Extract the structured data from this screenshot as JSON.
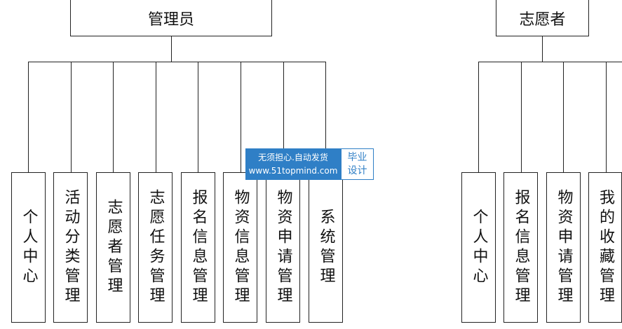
{
  "left_tree": {
    "root": "管理员",
    "children": [
      "个人中心",
      "活动分类管理",
      "志愿者管理",
      "志愿任务管理",
      "报名信息管理",
      "物资信息管理",
      "物资申请管理",
      "系统管理"
    ]
  },
  "right_tree": {
    "root": "志愿者",
    "children": [
      "个人中心",
      "报名信息管理",
      "物资申请管理",
      "我的收藏管理"
    ]
  },
  "watermark": {
    "line1": "无须担心.自动发货",
    "line2": "www.51topmind.com",
    "tag1": "毕业",
    "tag2": "设计"
  }
}
